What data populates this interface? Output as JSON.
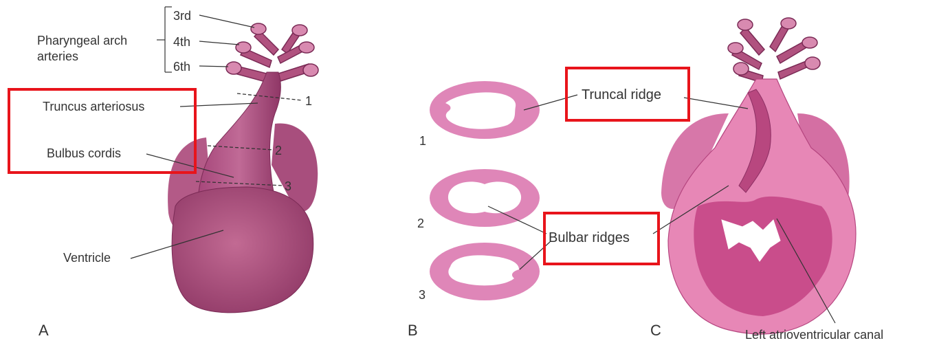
{
  "colors": {
    "heart_fill": "#b0527f",
    "heart_dark": "#8c3563",
    "section_fill": "#df86b8",
    "section_inner": "#ffffff",
    "section_c_fill": "#e787b6",
    "section_c_dark": "#c94d8b",
    "line": "#3a3a3a",
    "label_text": "#333333",
    "highlight": "#e8141b"
  },
  "panel_a": {
    "letter": "A",
    "arch_group_label": "Pharyngeal arch\narteries",
    "arch_3rd": "3rd",
    "arch_4th": "4th",
    "arch_6th": "6th",
    "truncus": "Truncus arteriosus",
    "bulbus": "Bulbus cordis",
    "ventricle": "Ventricle",
    "cut_1": "1",
    "cut_2": "2",
    "cut_3": "3"
  },
  "panel_b": {
    "letter": "B",
    "section_1": "1",
    "section_2": "2",
    "section_3": "3",
    "bulbar_ridges": "Bulbar ridges"
  },
  "panel_c": {
    "letter": "C",
    "truncal_ridge": "Truncal ridge",
    "left_av_canal": "Left atrioventricular canal"
  }
}
